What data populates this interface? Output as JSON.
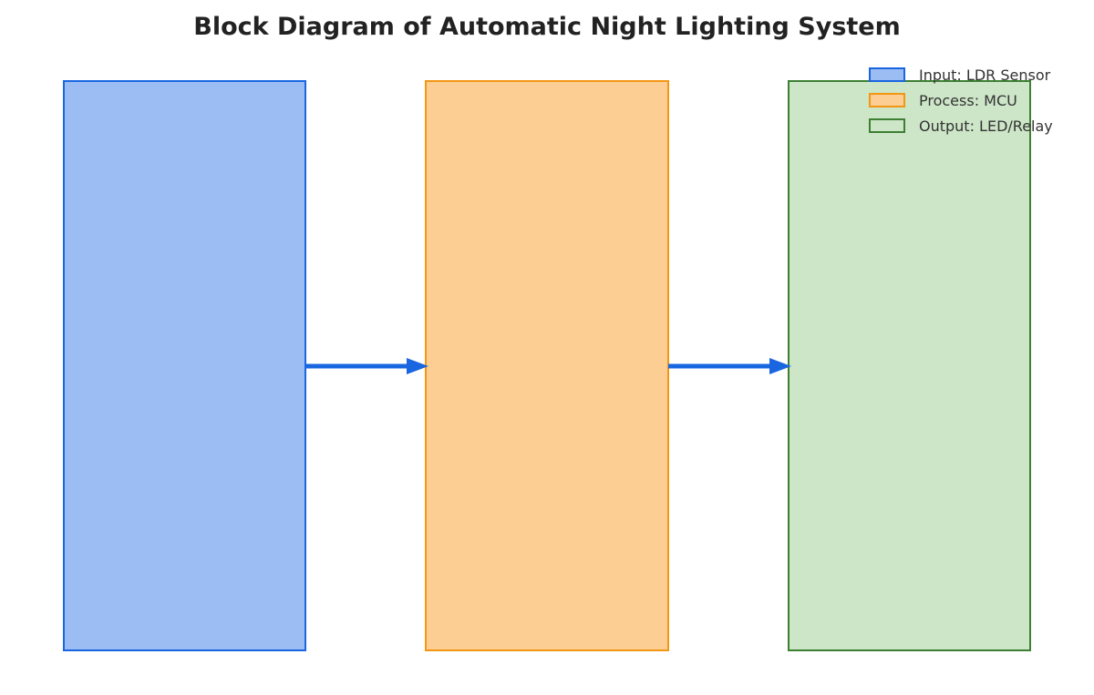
{
  "title": "Block Diagram of Automatic Night Lighting System",
  "blocks": [
    {
      "id": "input",
      "fill": "#9bbdf4",
      "stroke": "#1a66e0"
    },
    {
      "id": "process",
      "fill": "#fcce94",
      "stroke": "#f39614"
    },
    {
      "id": "output",
      "fill": "#cde6c8",
      "stroke": "#3d7f33"
    }
  ],
  "arrows": [
    {
      "from": "input",
      "to": "process",
      "color": "#1a66e0"
    },
    {
      "from": "process",
      "to": "output",
      "color": "#1a66e0"
    }
  ],
  "legend": {
    "items": [
      {
        "label": "Input: LDR Sensor",
        "fill": "#9bbdf4",
        "stroke": "#1a66e0"
      },
      {
        "label": "Process: MCU",
        "fill": "#fcce94",
        "stroke": "#f39614"
      },
      {
        "label": "Output: LED/Relay",
        "fill": "#cde6c8",
        "stroke": "#3d7f33"
      }
    ]
  }
}
